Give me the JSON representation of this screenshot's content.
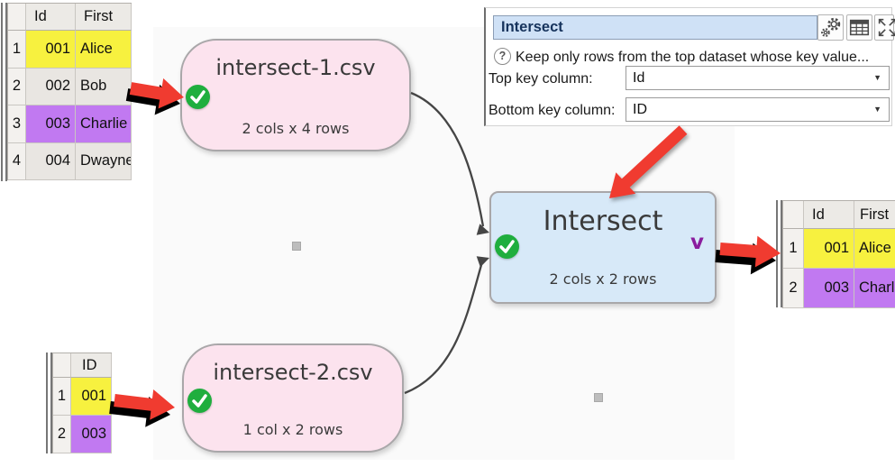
{
  "panel": {
    "title_value": "Intersect",
    "description": "Keep only rows from the top dataset whose key value...",
    "fields": [
      {
        "label": "Top key column:",
        "value": "Id"
      },
      {
        "label": "Bottom key column:",
        "value": "ID"
      }
    ]
  },
  "icons": {
    "dropdown": "▼",
    "help": "?"
  },
  "nodes": {
    "input1": {
      "title": "intersect-1.csv",
      "subtitle": "2 cols x 4 rows"
    },
    "input2": {
      "title": "intersect-2.csv",
      "subtitle": "1 col x 2 rows"
    },
    "transform": {
      "title": "Intersect",
      "subtitle": "2 cols x 2 rows",
      "badge": "v"
    }
  },
  "tables": {
    "source1": {
      "headers": [
        "Id",
        "First"
      ],
      "rows": [
        {
          "num": "1",
          "id": "001",
          "first": "Alice",
          "color": "#f7f13f"
        },
        {
          "num": "2",
          "id": "002",
          "first": "Bob",
          "color": "#e9e6e2"
        },
        {
          "num": "3",
          "id": "003",
          "first": "Charlie",
          "color": "#c179f1"
        },
        {
          "num": "4",
          "id": "004",
          "first": "Dwayne",
          "color": "#e9e6e2"
        }
      ]
    },
    "source2": {
      "headers": [
        "ID"
      ],
      "rows": [
        {
          "num": "1",
          "id": "001",
          "color": "#f7f13f"
        },
        {
          "num": "2",
          "id": "003",
          "color": "#c179f1"
        }
      ]
    },
    "output": {
      "headers": [
        "Id",
        "First"
      ],
      "rows": [
        {
          "num": "1",
          "id": "001",
          "first": "Alice",
          "color": "#f7f13f"
        },
        {
          "num": "2",
          "id": "003",
          "first": "Charlie",
          "color": "#c179f1"
        }
      ]
    }
  },
  "colors": {
    "node_input_fill": "#fce3ee",
    "node_transform_fill": "#d7e9f8",
    "node_border": "#a9a7a9",
    "status_ok_green": "#1fae3e",
    "badge_purple": "#8a1d9e",
    "annotation_red": "#f03b30",
    "highlight_yellow": "#f7f13f",
    "highlight_purple": "#c179f1",
    "row_gray": "#e9e6e2",
    "panel_title_bg": "#cfe1f6",
    "canvas_bg": "#fafafa",
    "connector": "#454545"
  }
}
